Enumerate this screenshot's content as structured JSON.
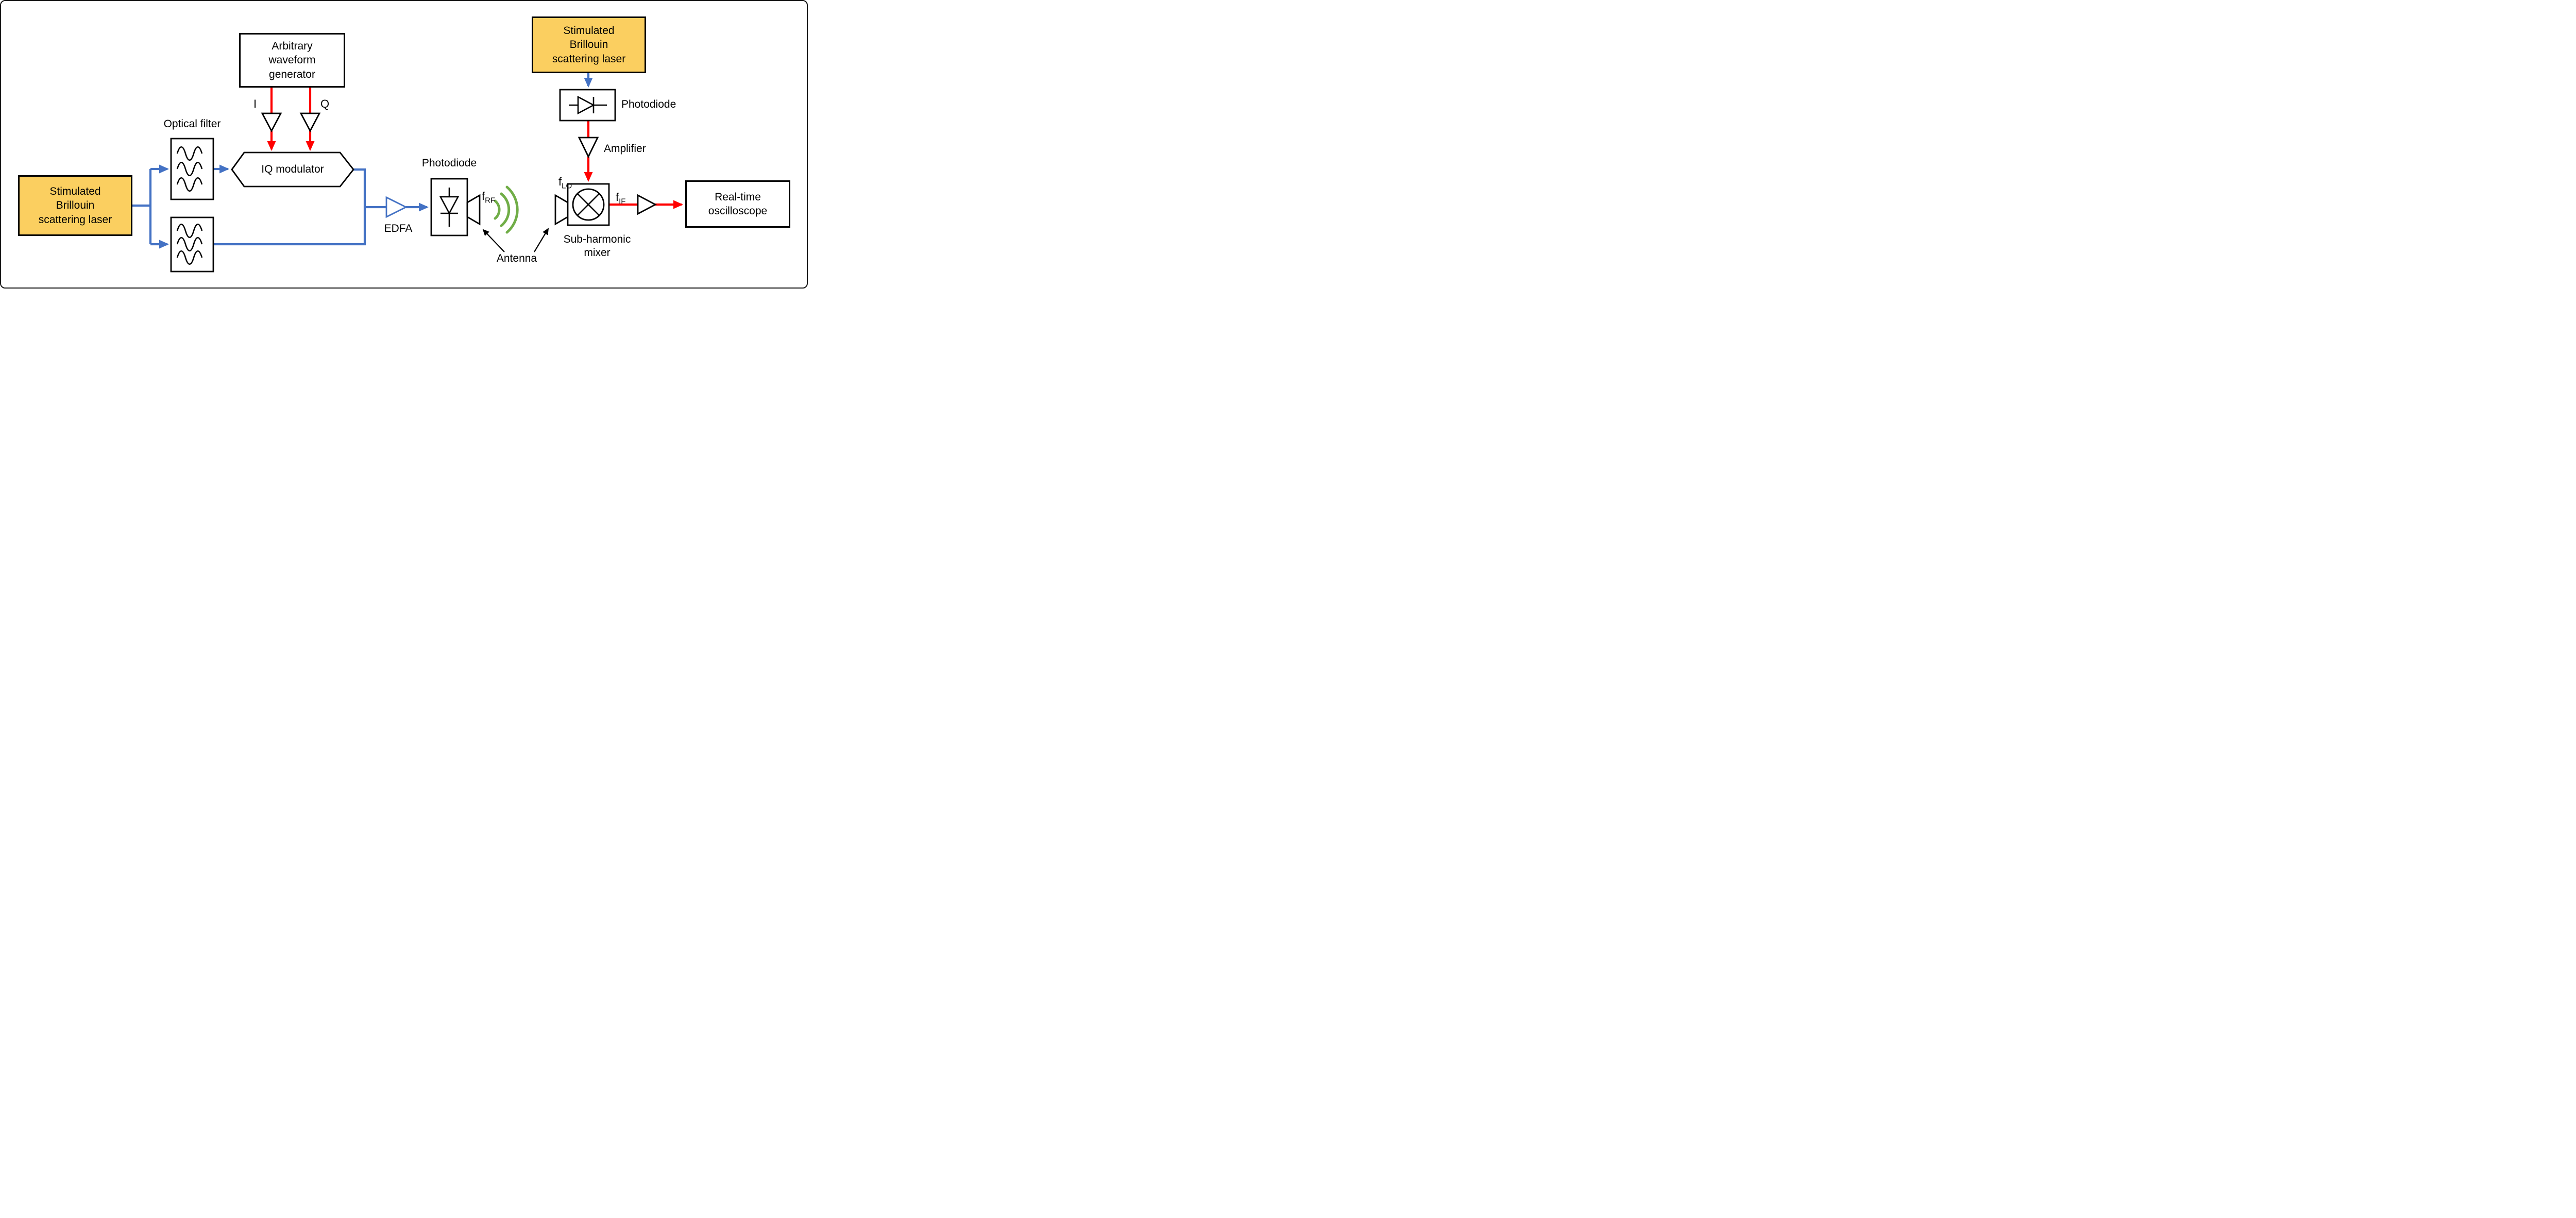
{
  "colors": {
    "optical_path_blue": "#4472C4",
    "electrical_path_red": "#FF0000",
    "wireless_green": "#70AD47",
    "laser_box_fill": "#FBCF60",
    "outline_black": "#000000"
  },
  "nodes": {
    "sbs_laser_left": "Stimulated\nBrillouin\nscattering laser",
    "awg": "Arbitrary\nwaveform\ngenerator",
    "iq_modulator": "IQ modulator",
    "sbs_laser_right": "Stimulated\nBrillouin\nscattering laser",
    "oscilloscope": "Real-time\noscilloscope"
  },
  "labels": {
    "optical_filter": "Optical filter",
    "i": "I",
    "q": "Q",
    "edfa": "EDFA",
    "photodiode_tx": "Photodiode",
    "photodiode_lo": "Photodiode",
    "amplifier": "Amplifier",
    "antenna": "Antenna",
    "subharmonic_mixer": "Sub-harmonic\nmixer",
    "f": "f",
    "sub_rf": "RF",
    "sub_lo": "LO",
    "sub_if": "IF"
  }
}
